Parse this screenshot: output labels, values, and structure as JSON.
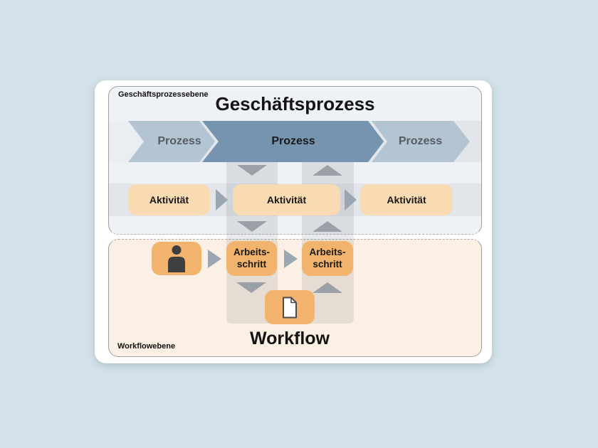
{
  "diagram": {
    "business_level": {
      "section_label": "Geschäftsprozessebene",
      "title": "Geschäftsprozess",
      "process_chain": [
        {
          "label": "Prozess",
          "highlighted": false
        },
        {
          "label": "Prozess",
          "highlighted": true
        },
        {
          "label": "Prozess",
          "highlighted": false
        }
      ],
      "activities": [
        {
          "label": "Aktivität"
        },
        {
          "label": "Aktivität"
        },
        {
          "label": "Aktivität"
        }
      ]
    },
    "workflow_level": {
      "section_label": "Workflowebene",
      "title": "Workflow",
      "actor_icon": "person-icon",
      "steps": [
        {
          "line1": "Arbeits-",
          "line2": "schritt"
        },
        {
          "line1": "Arbeits-",
          "line2": "schritt"
        }
      ],
      "artifact_icon": "document-icon"
    },
    "colors": {
      "page_background": "#d3e2e9",
      "card_background": "#ffffff",
      "business_section_background": "#eef1f5",
      "workflow_section_background": "#fbf0e3",
      "band_background": "#e2e5e9",
      "process_arrow": "#b3c4d3",
      "process_arrow_highlight": "#7693af",
      "activity_box": "#f8dab3",
      "workflow_box": "#f2b46c",
      "flow_triangle": "#9aa0a6",
      "side_triangle": "#9aa6b2"
    }
  }
}
